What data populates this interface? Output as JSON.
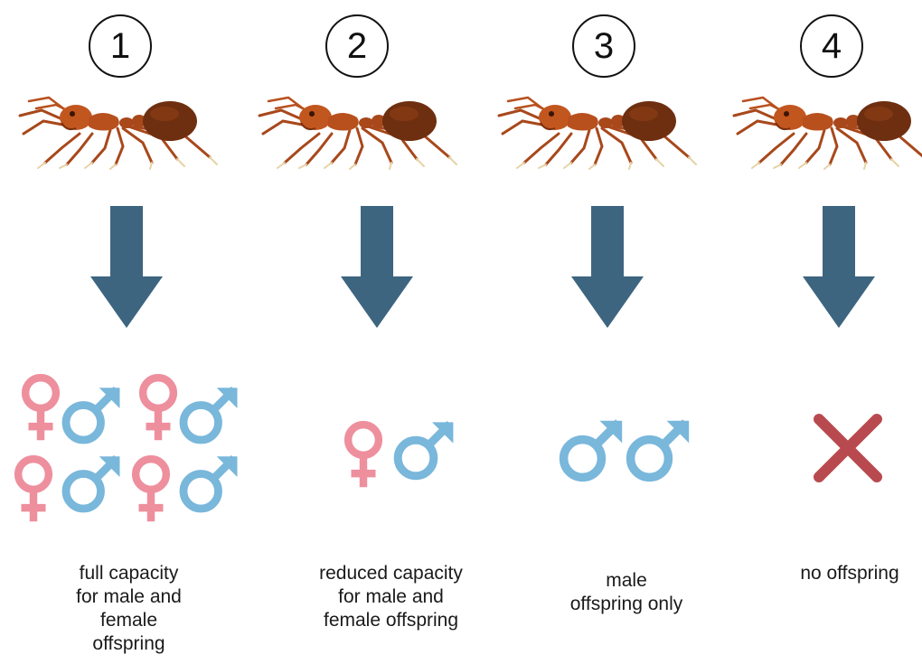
{
  "panels": [
    {
      "number": "1",
      "caption": "full capacity\nfor male and\nfemale\noffspring"
    },
    {
      "number": "2",
      "caption": "reduced capacity\nfor male and\nfemale offspring"
    },
    {
      "number": "3",
      "caption": "male\noffspring only"
    },
    {
      "number": "4",
      "caption": "no offspring"
    }
  ],
  "colors": {
    "arrow": "#3d6580",
    "female": "#ee8f9e",
    "male": "#79b7db",
    "none": "#b84a4f",
    "ant_body": "#b8501e",
    "ant_gaster": "#6e2f10"
  },
  "icons": {
    "female": "female-symbol-icon",
    "male": "male-symbol-icon",
    "none": "cross-icon",
    "arrow": "down-arrow-icon",
    "ant": "ant-illustration"
  }
}
